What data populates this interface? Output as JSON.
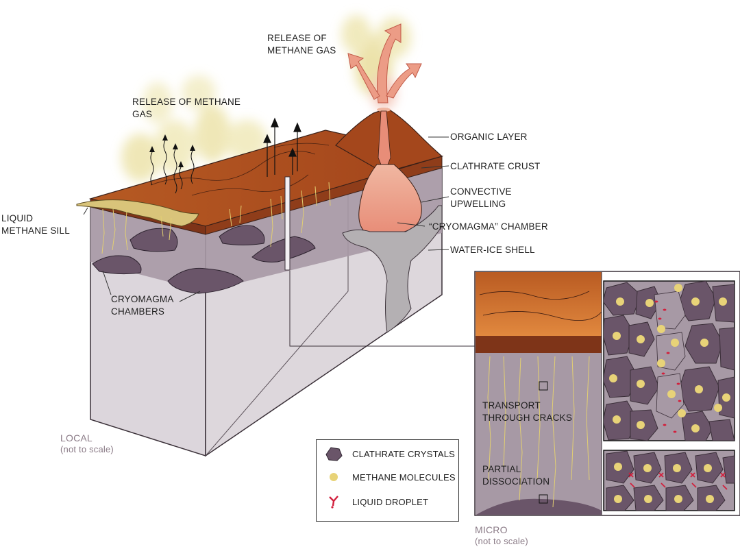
{
  "labels": {
    "release_top": [
      "RELEASE OF",
      "METHANE GAS"
    ],
    "release_left": [
      "RELEASE OF METHANE",
      "GAS"
    ],
    "organic_layer": "ORGANIC LAYER",
    "clathrate_crust": "CLATHRATE CRUST",
    "convective_upwelling": [
      "CONVECTIVE",
      "UPWELLING"
    ],
    "cryomagma_chamber": "“CRYOMAGMA” CHAMBER",
    "water_ice_shell": "WATER-ICE SHELL",
    "liquid_methane_sill": [
      "LIQUID",
      "METHANE SILL"
    ],
    "cryomagma_chambers": [
      "CRYOMAGMA",
      "CHAMBERS"
    ],
    "transport": [
      "TRANSPORT",
      "THROUGH CRACKS"
    ],
    "partial_dissociation": [
      "PARTIAL",
      "DISSOCIATION"
    ]
  },
  "scale_notes": {
    "local": "LOCAL",
    "local_sub": "(not to scale)",
    "micro": "MICRO",
    "micro_sub": "(not to scale)"
  },
  "legend": {
    "items": [
      {
        "label": "CLATHRATE CRYSTALS",
        "icon": "hexagon-crystal-icon"
      },
      {
        "label": "METHANE MOLECULES",
        "icon": "yellow-dot-icon"
      },
      {
        "label": "LIQUID DROPLET",
        "icon": "red-droplet-icon"
      }
    ]
  },
  "colors": {
    "organic_layer": "#b5501f",
    "clathrate_crust": "#a799a5",
    "ice_shell": "#dcd6dc",
    "cryomagma": "#e9907a",
    "chamber_rock": "#6a5569",
    "methane": "#e8d378",
    "droplet": "#d21f3c",
    "gas": "#ece3a8",
    "arrow": "#ec9c86"
  }
}
